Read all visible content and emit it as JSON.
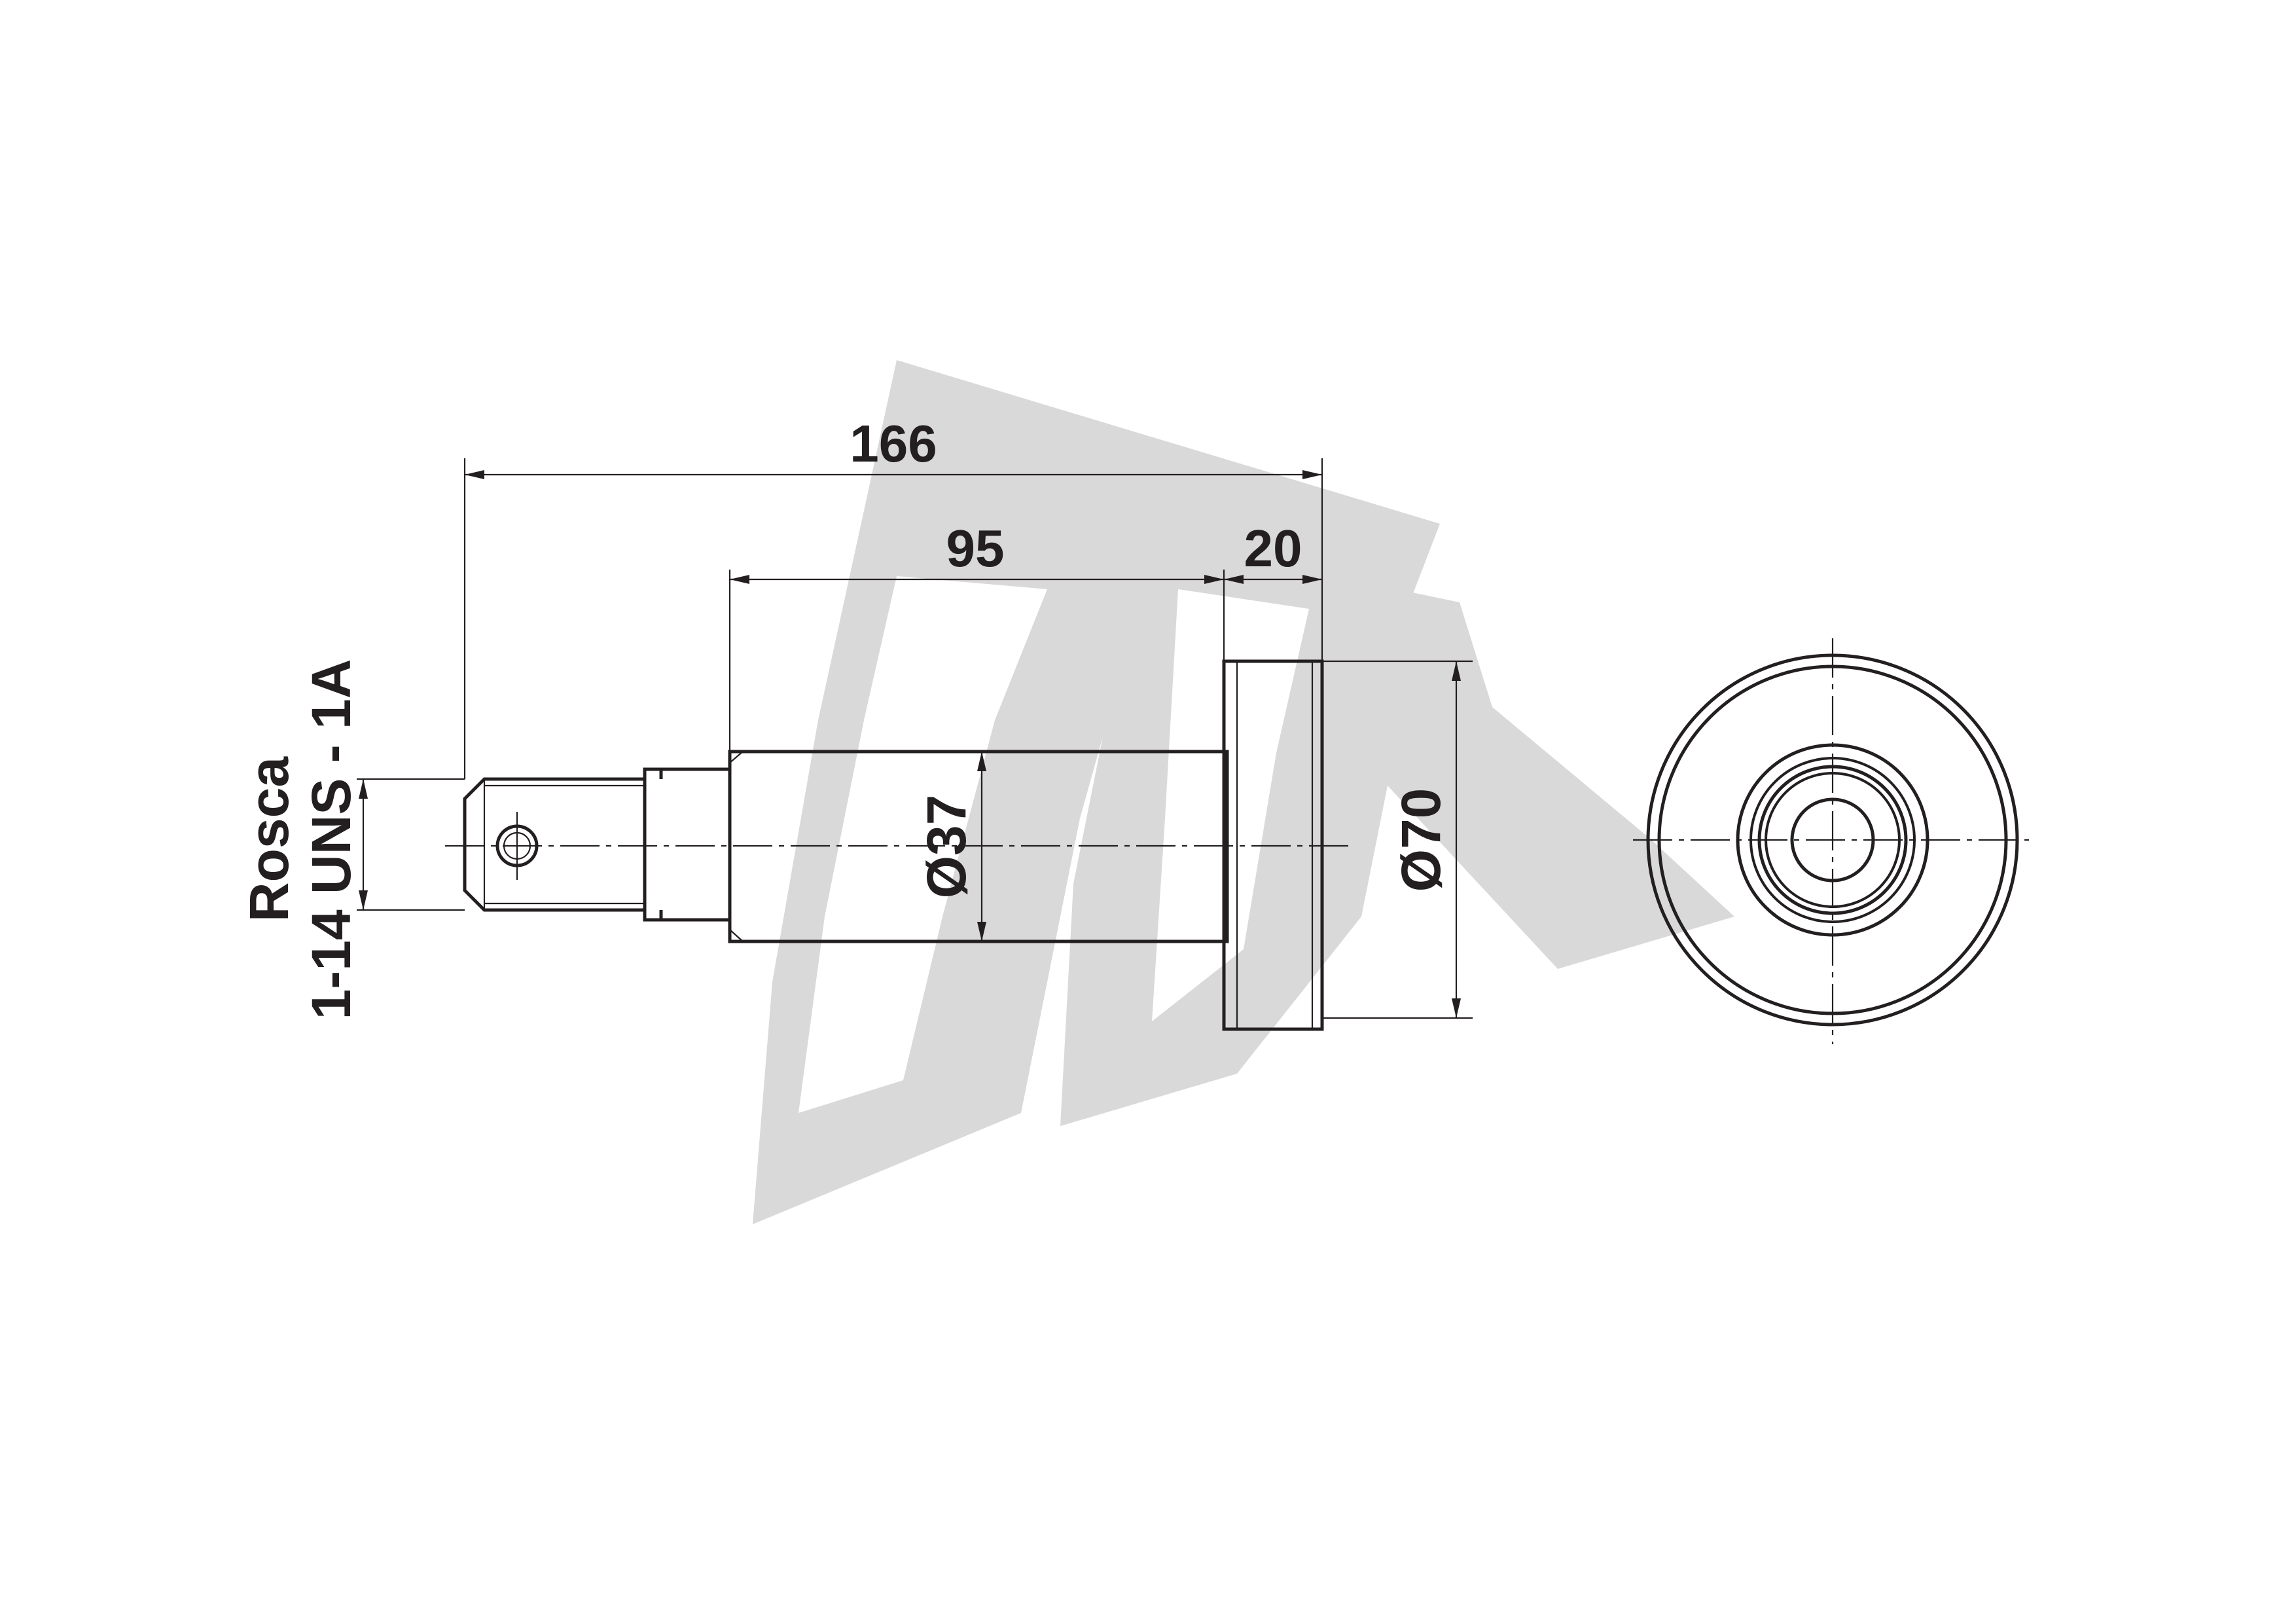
{
  "dimensions": {
    "overall_length": "166",
    "shaft_length": "95",
    "flange_width": "20",
    "shaft_diameter": "Ø37",
    "flange_diameter": "Ø70"
  },
  "thread_note": {
    "line1": "Rosca",
    "line2": "1-14 UNS - 1A"
  },
  "watermark": {
    "color": "#d9d9d9",
    "text": "FA"
  },
  "colors": {
    "ink": "#231f20",
    "watermark": "#d9d9d9"
  }
}
